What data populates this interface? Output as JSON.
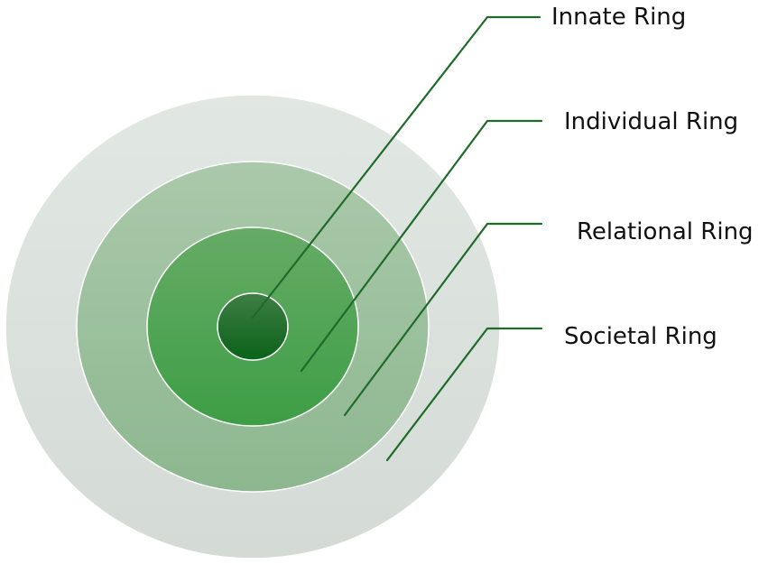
{
  "diagram": {
    "rings": [
      {
        "id": "innate",
        "label": "Innate Ring"
      },
      {
        "id": "individual",
        "label": "Individual Ring"
      },
      {
        "id": "relational",
        "label": "Relational Ring"
      },
      {
        "id": "societal",
        "label": "Societal Ring"
      }
    ]
  },
  "colors": {
    "societal_fill_top": "#e1e7e2",
    "societal_fill_bottom": "#d4dad5",
    "relational_fill_top": "#aac9aa",
    "relational_fill_bottom": "#8db78f",
    "individual_fill_top": "#66ab66",
    "individual_fill_bottom": "#3d9e45",
    "innate_fill_top": "#3f7e45",
    "innate_fill_bottom": "#0a6218",
    "leader_line": "#1f6b2a",
    "ring_border": "#ffffff"
  }
}
